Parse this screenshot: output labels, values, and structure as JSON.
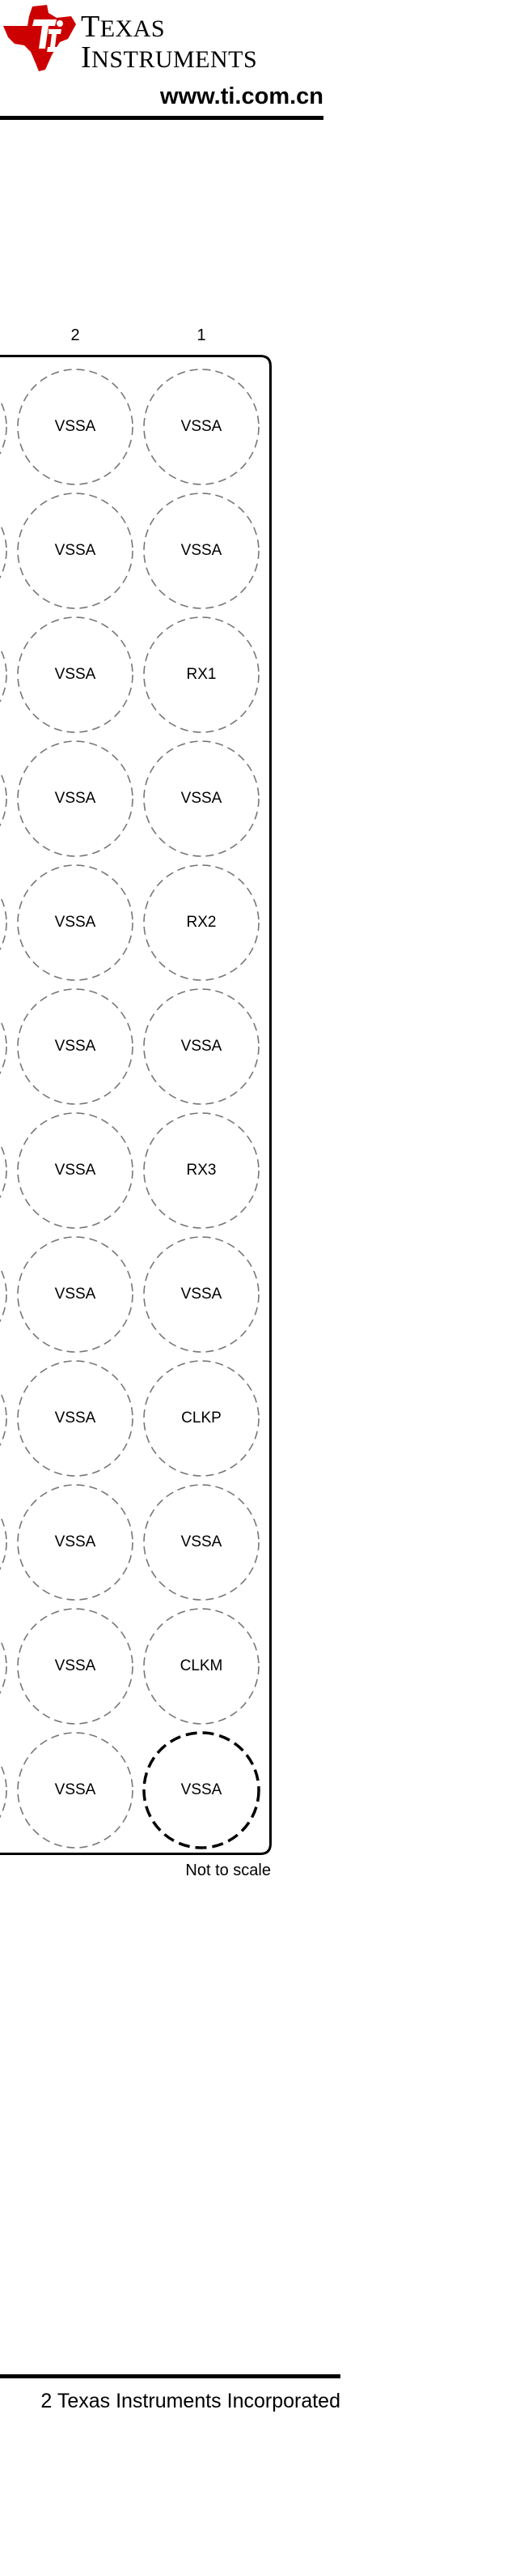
{
  "header": {
    "logo_word1_initial": "T",
    "logo_word1_rest": "EXAS",
    "logo_word2_initial": "I",
    "logo_word2_rest": "NSTRUMENTS",
    "url": "www.ti.com.cn"
  },
  "diagram": {
    "column_labels": [
      "2",
      "1"
    ],
    "rows": [
      [
        "VSSA",
        "VSSA"
      ],
      [
        "VSSA",
        "VSSA"
      ],
      [
        "VSSA",
        "RX1"
      ],
      [
        "VSSA",
        "VSSA"
      ],
      [
        "VSSA",
        "RX2"
      ],
      [
        "VSSA",
        "VSSA"
      ],
      [
        "VSSA",
        "RX3"
      ],
      [
        "VSSA",
        "VSSA"
      ],
      [
        "VSSA",
        "CLKP"
      ],
      [
        "VSSA",
        "VSSA"
      ],
      [
        "VSSA",
        "CLKM"
      ],
      [
        "VSSA",
        "VSSA"
      ]
    ],
    "scale_note": "Not to scale"
  },
  "footer": {
    "copyright": "2 Texas Instruments Incorporated"
  }
}
